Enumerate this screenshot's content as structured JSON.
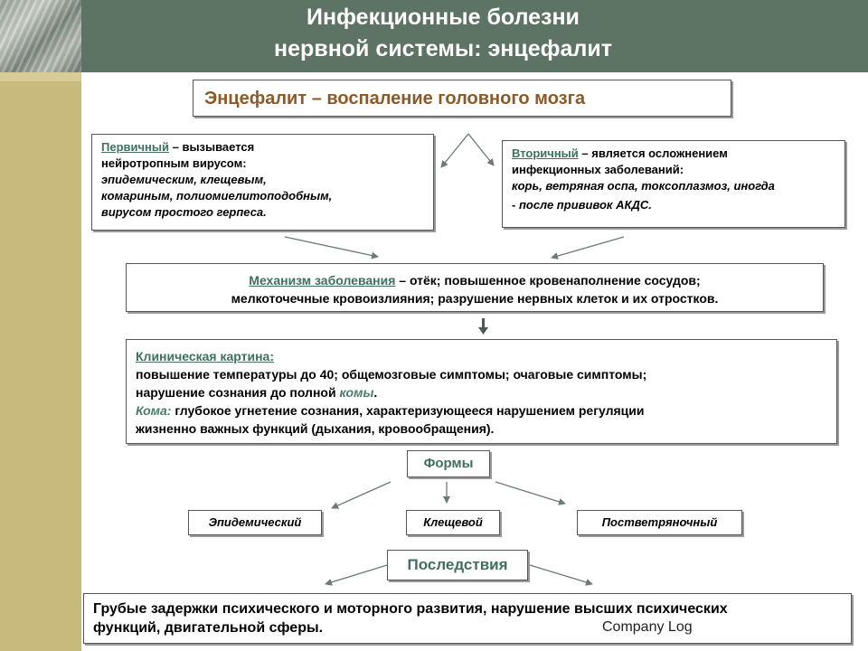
{
  "header": {
    "title_line1": "Инфекционные болезни",
    "title_line2": "нервной системы: энцефалит"
  },
  "definition": "Энцефалит – воспаление головного мозга",
  "primary": {
    "term": "Первичный",
    "line1_rest": " – вызывается",
    "line2": "нейротропным вирусом:",
    "line3": "эпидемическим, клещевым,",
    "line4": "комариным, полиомиелитоподобным,",
    "line5": "вирусом простого герпеса."
  },
  "secondary": {
    "term": "Вторичный",
    "line1_rest": " –  является осложнением",
    "line2": "инфекционных заболеваний:",
    "line3": "корь, ветряная оспа, токсоплазмоз, иногда",
    "line4": "- после прививок АКДС."
  },
  "mechanism": {
    "term": "Механизм заболевания",
    "line1_rest": " – отёк; повышенное кровенаполнение сосудов;",
    "line2": "мелкоточечные кровоизлияния; разрушение нервных клеток и их отростков."
  },
  "clinic": {
    "term": "Клиническая картина:",
    "line2": "повышение температуры до 40; общемозговые симптомы; очаговые симптомы;",
    "line3_start": "нарушение сознания до полной ",
    "line3_term": "комы",
    "line3_end": ".",
    "line4_term": "Кома:",
    "line4_rest": " глубокое угнетение сознания, характеризующееся нарушением регуляции",
    "line5": "жизненно важных функций (дыхания, кровообращения)."
  },
  "forms": {
    "label": "Формы",
    "items": [
      "Эпидемический",
      "Клещевой",
      "Поствետряночный"
    ]
  },
  "consequences": {
    "label": "Последствия",
    "line1": "Грубые задержки психического и моторного развития, нарушение высших психических",
    "line2": "функций, двигательной сферы."
  },
  "footer": {
    "company": "Company Log"
  },
  "colors": {
    "header_bg": "#5d7363",
    "sidebar": "#c8b97d",
    "term": "#3f6f5f",
    "definition": "#8b5a2b"
  }
}
